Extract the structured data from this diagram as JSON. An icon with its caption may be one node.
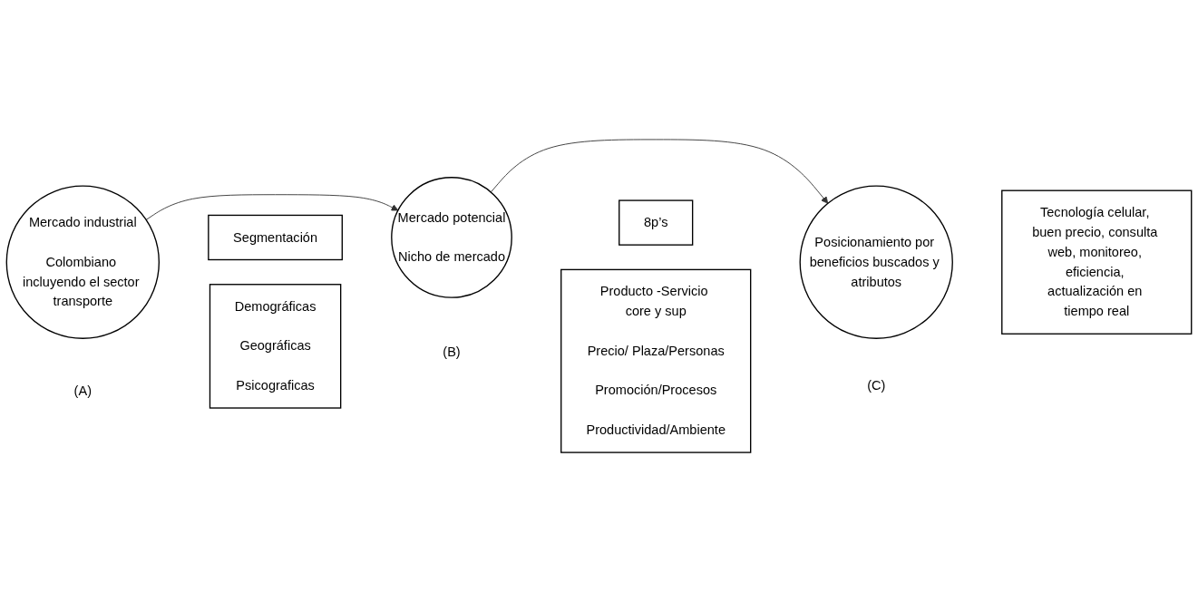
{
  "diagram": {
    "nodes": [
      {
        "text": [
          "Mercado industrial",
          "Colombiano incluyendo el sector transporte"
        ],
        "beside": [
          "(A)"
        ]
      },
      {
        "text": [
          "Segmentación"
        ]
      },
      {
        "text": [
          "Demográficas",
          "Geográficas",
          "Psicograficas"
        ]
      },
      {
        "text": [
          "Mercado potencial",
          "Nicho de mercado"
        ],
        "beside": [
          "(B)"
        ]
      },
      {
        "text": [
          "8p’s"
        ]
      },
      {
        "text": [
          "Producto -Servicio core y sup",
          "Precio/ Plaza/Personas",
          "Promoción/Procesos",
          "Productividad/Ambiente"
        ]
      },
      {
        "text": [
          "Posicionamiento por beneficios buscados y atributos"
        ],
        "beside": [
          "(C)"
        ]
      },
      {
        "text": [
          "Tecnología celular, buen precio, consulta web, monitoreo, eficiencia, actualización en tiempo real"
        ]
      }
    ],
    "edges": [
      {
        "from": 0,
        "to": 3,
        "arrow": "to"
      },
      {
        "from": 3,
        "to": 6,
        "arrow": "to"
      }
    ]
  }
}
